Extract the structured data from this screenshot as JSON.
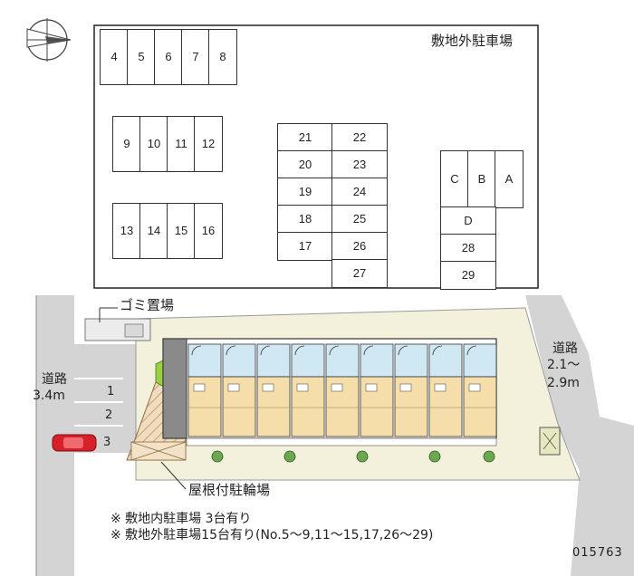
{
  "offsite_lot": {
    "title": "敷地外駐車場",
    "row_top": [
      "4",
      "5",
      "6",
      "7",
      "8"
    ],
    "row_mid": [
      "9",
      "10",
      "11",
      "12"
    ],
    "row_low": [
      "13",
      "14",
      "15",
      "16"
    ],
    "col_left": [
      "21",
      "20",
      "19",
      "18",
      "17"
    ],
    "col_right": [
      "22",
      "23",
      "24",
      "25",
      "26",
      "27"
    ],
    "right_top": [
      "C",
      "B",
      "A"
    ],
    "right_d": "D",
    "right_bottom": [
      "28",
      "29"
    ]
  },
  "site": {
    "garbage_label": "ゴミ置場",
    "bike_label": "屋根付駐輪場",
    "road_left_name": "道路",
    "road_left_width": "3.4m",
    "road_right_name": "道路",
    "road_right_width_1": "2.1～",
    "road_right_width_2": "2.9m",
    "onsite_spaces": [
      "1",
      "2",
      "3"
    ]
  },
  "notes": {
    "line1": "※ 敷地内駐車場 3台有り",
    "line2": "※ 敷地外駐車場15台有り(No.5～9,11～15,17,26～29)"
  },
  "code": "015763",
  "colors": {
    "road": "#d4d4d4",
    "site_bg": "#f3f1dc",
    "unit_fill": "#f5deaa",
    "balcony": "#bfe0f0",
    "car": "#d8202a"
  }
}
